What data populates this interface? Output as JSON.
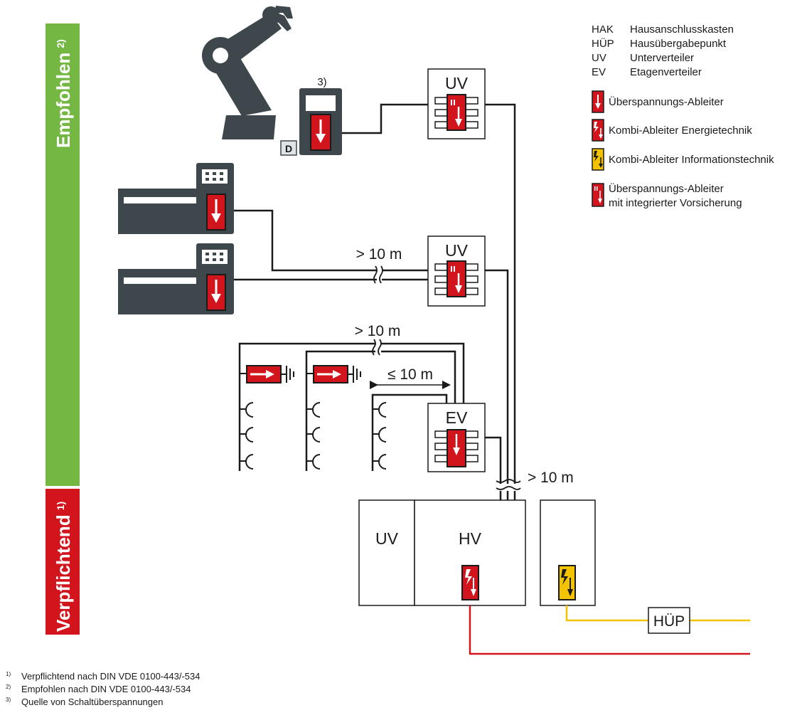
{
  "side_labels": {
    "recommended": "Empfohlen",
    "recommended_note": "2)",
    "mandatory": "Verpflichtend",
    "mandatory_note": "1)"
  },
  "legend": {
    "abbreviations": [
      {
        "abbr": "HAK",
        "text": "Hausanschlusskasten"
      },
      {
        "abbr": "HÜP",
        "text": "Hausübergabepunkt"
      },
      {
        "abbr": "UV",
        "text": "Unterverteiler"
      },
      {
        "abbr": "EV",
        "text": "Etagenverteiler"
      }
    ],
    "symbols": [
      {
        "icon": "surge-arrester-icon",
        "text": "Überspannungs-Ableiter"
      },
      {
        "icon": "combined-arrester-energy-icon",
        "text": "Kombi-Ableiter Energietechnik"
      },
      {
        "icon": "combined-arrester-it-icon",
        "text": "Kombi-Ableiter Informationstechnik"
      },
      {
        "icon": "surge-arrester-fused-icon",
        "text": "Überspannungs-Ableiter",
        "text2": "mit integrierter Vorsicherung"
      }
    ]
  },
  "diagram": {
    "note_3": "3)",
    "device_d": "D",
    "uv_top": "UV",
    "uv_mid": "UV",
    "ev": "EV",
    "uv_bottom": "UV",
    "hv": "HV",
    "huep": "HÜP",
    "dist_1": "> 10 m",
    "dist_2": "> 10 m",
    "dist_3": "≤ 10 m",
    "dist_4": "> 10 m"
  },
  "footnotes": [
    {
      "mark": "1)",
      "text": "Verpflichtend nach DIN VDE 0100-443/-534"
    },
    {
      "mark": "2)",
      "text": "Empfohlen nach DIN VDE 0100-443/-534"
    },
    {
      "mark": "3)",
      "text": "Quelle von Schaltüberspannungen"
    }
  ],
  "colors": {
    "green": "#74b843",
    "red": "#d2141c",
    "dark_grey": "#3e474c",
    "yellow": "#f3c300"
  }
}
